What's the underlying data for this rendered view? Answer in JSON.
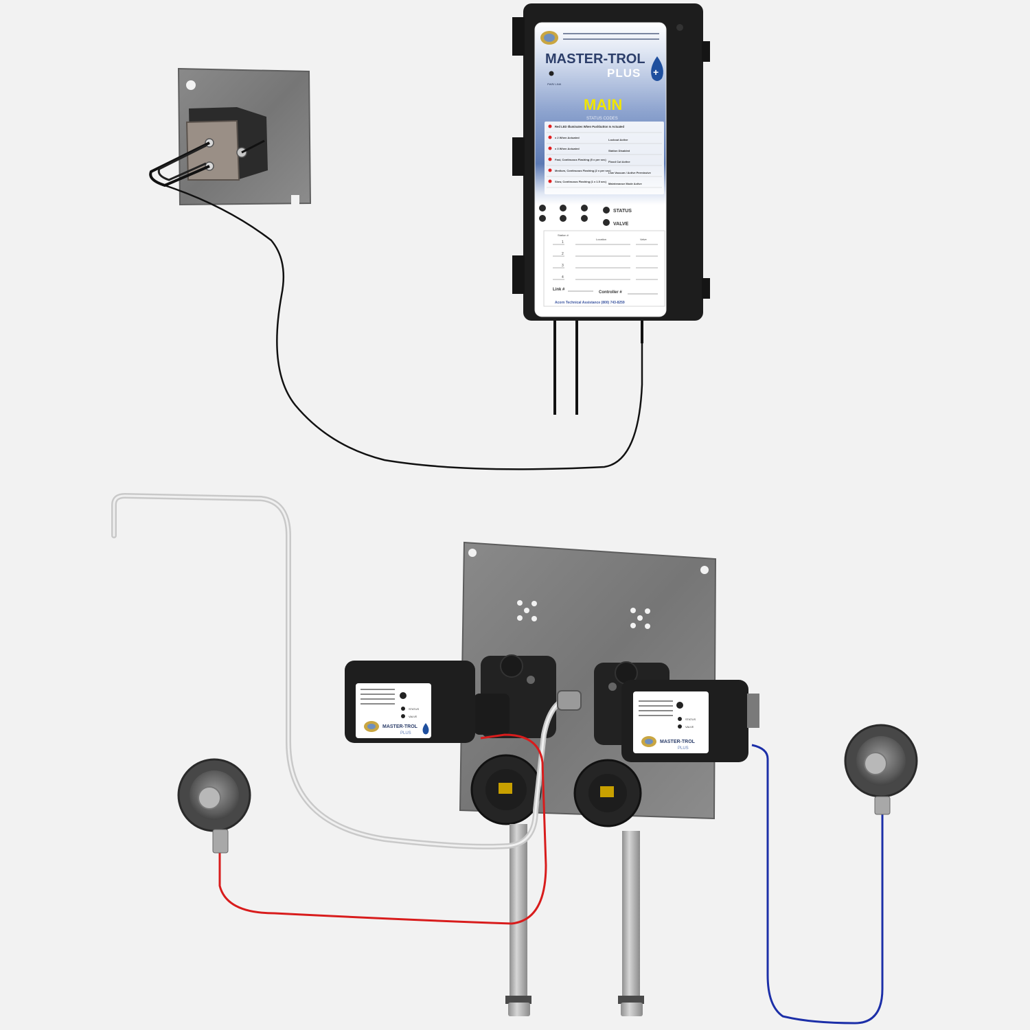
{
  "colors": {
    "background": "#f2f2f2",
    "label_blue": "#4f6fa8",
    "label_yellow": "#f2e600",
    "wire_red": "#d81c1c",
    "wire_blue": "#1c2fa8",
    "status_led": "#e02020"
  },
  "controller": {
    "brand_line1": "MASTER-TROL",
    "brand_line2": "PLUS",
    "title": "MAIN",
    "subtitle": "STATUS CODES",
    "power_label": "PWR/ LINK",
    "codes": [
      {
        "left": "Red LED Illuminates When Pushbutton Is Actuated",
        "right": ""
      },
      {
        "left": "x 2 When Actuated",
        "right": "Lockout Active"
      },
      {
        "left": "x 3 When Actuated",
        "right": "Station Disabled"
      },
      {
        "left": "Fast, Continuous Flashing (5 x per sec)",
        "right": "Flood Cut Active"
      },
      {
        "left": "Medium, Continuous Flashing (2 x per sec)",
        "right": "Low Vacuum / Active Permissive"
      },
      {
        "left": "Slow, Continuous Flashing (1 x 1.5 sec)",
        "right": "Maintenance Mode Active"
      }
    ],
    "status_label": "STATUS",
    "valve_label": "VALVE",
    "table_headers": [
      "Station #",
      "Location",
      "Valve"
    ],
    "row_numbers": [
      "1",
      "2",
      "3",
      "4"
    ],
    "link_label": "Link #",
    "controller_label": "Controller #",
    "assistance": "Acorn Technical Assistance (800) 743-8259"
  },
  "valve_modules": {
    "brand": "MASTER-TROL",
    "sub_brand": "PLUS",
    "legend": [
      "STATUS",
      "VALVE"
    ]
  }
}
